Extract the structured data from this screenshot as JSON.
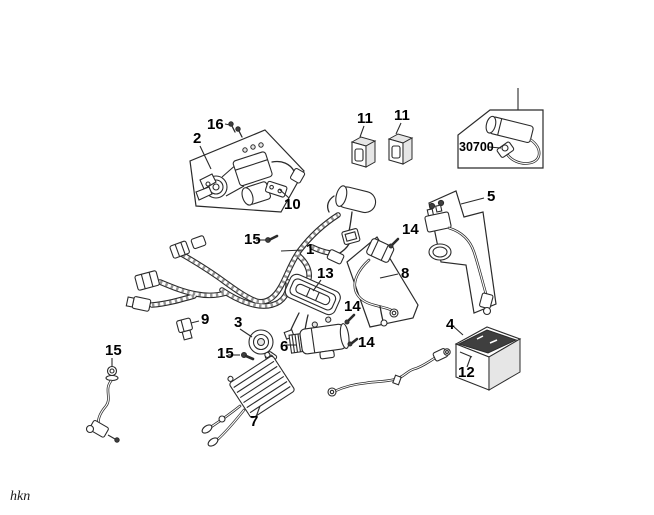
{
  "figure": {
    "watermark": "hkn",
    "background": "#ffffff",
    "line_color": "#2b2b2b",
    "label_color": "#000000"
  },
  "highlight_box": {
    "code": "30700"
  },
  "labels": [
    {
      "id": "label-16",
      "text": "16"
    },
    {
      "id": "label-2",
      "text": "2"
    },
    {
      "id": "label-11-left",
      "text": "11"
    },
    {
      "id": "label-11-right",
      "text": "11"
    },
    {
      "id": "label-30700",
      "text": "30700"
    },
    {
      "id": "label-5",
      "text": "5"
    },
    {
      "id": "label-10",
      "text": "10"
    },
    {
      "id": "label-15-harness",
      "text": "15"
    },
    {
      "id": "label-1",
      "text": "1"
    },
    {
      "id": "label-13",
      "text": "13"
    },
    {
      "id": "label-8",
      "text": "8"
    },
    {
      "id": "label-14-upper",
      "text": "14"
    },
    {
      "id": "label-14-middle",
      "text": "14"
    },
    {
      "id": "label-14-lower",
      "text": "14"
    },
    {
      "id": "label-4",
      "text": "4"
    },
    {
      "id": "label-12",
      "text": "12"
    },
    {
      "id": "label-9",
      "text": "9"
    },
    {
      "id": "label-3",
      "text": "3"
    },
    {
      "id": "label-15-horn",
      "text": "15"
    },
    {
      "id": "label-6",
      "text": "6"
    },
    {
      "id": "label-7",
      "text": "7"
    },
    {
      "id": "label-15-sensor",
      "text": "15"
    }
  ]
}
